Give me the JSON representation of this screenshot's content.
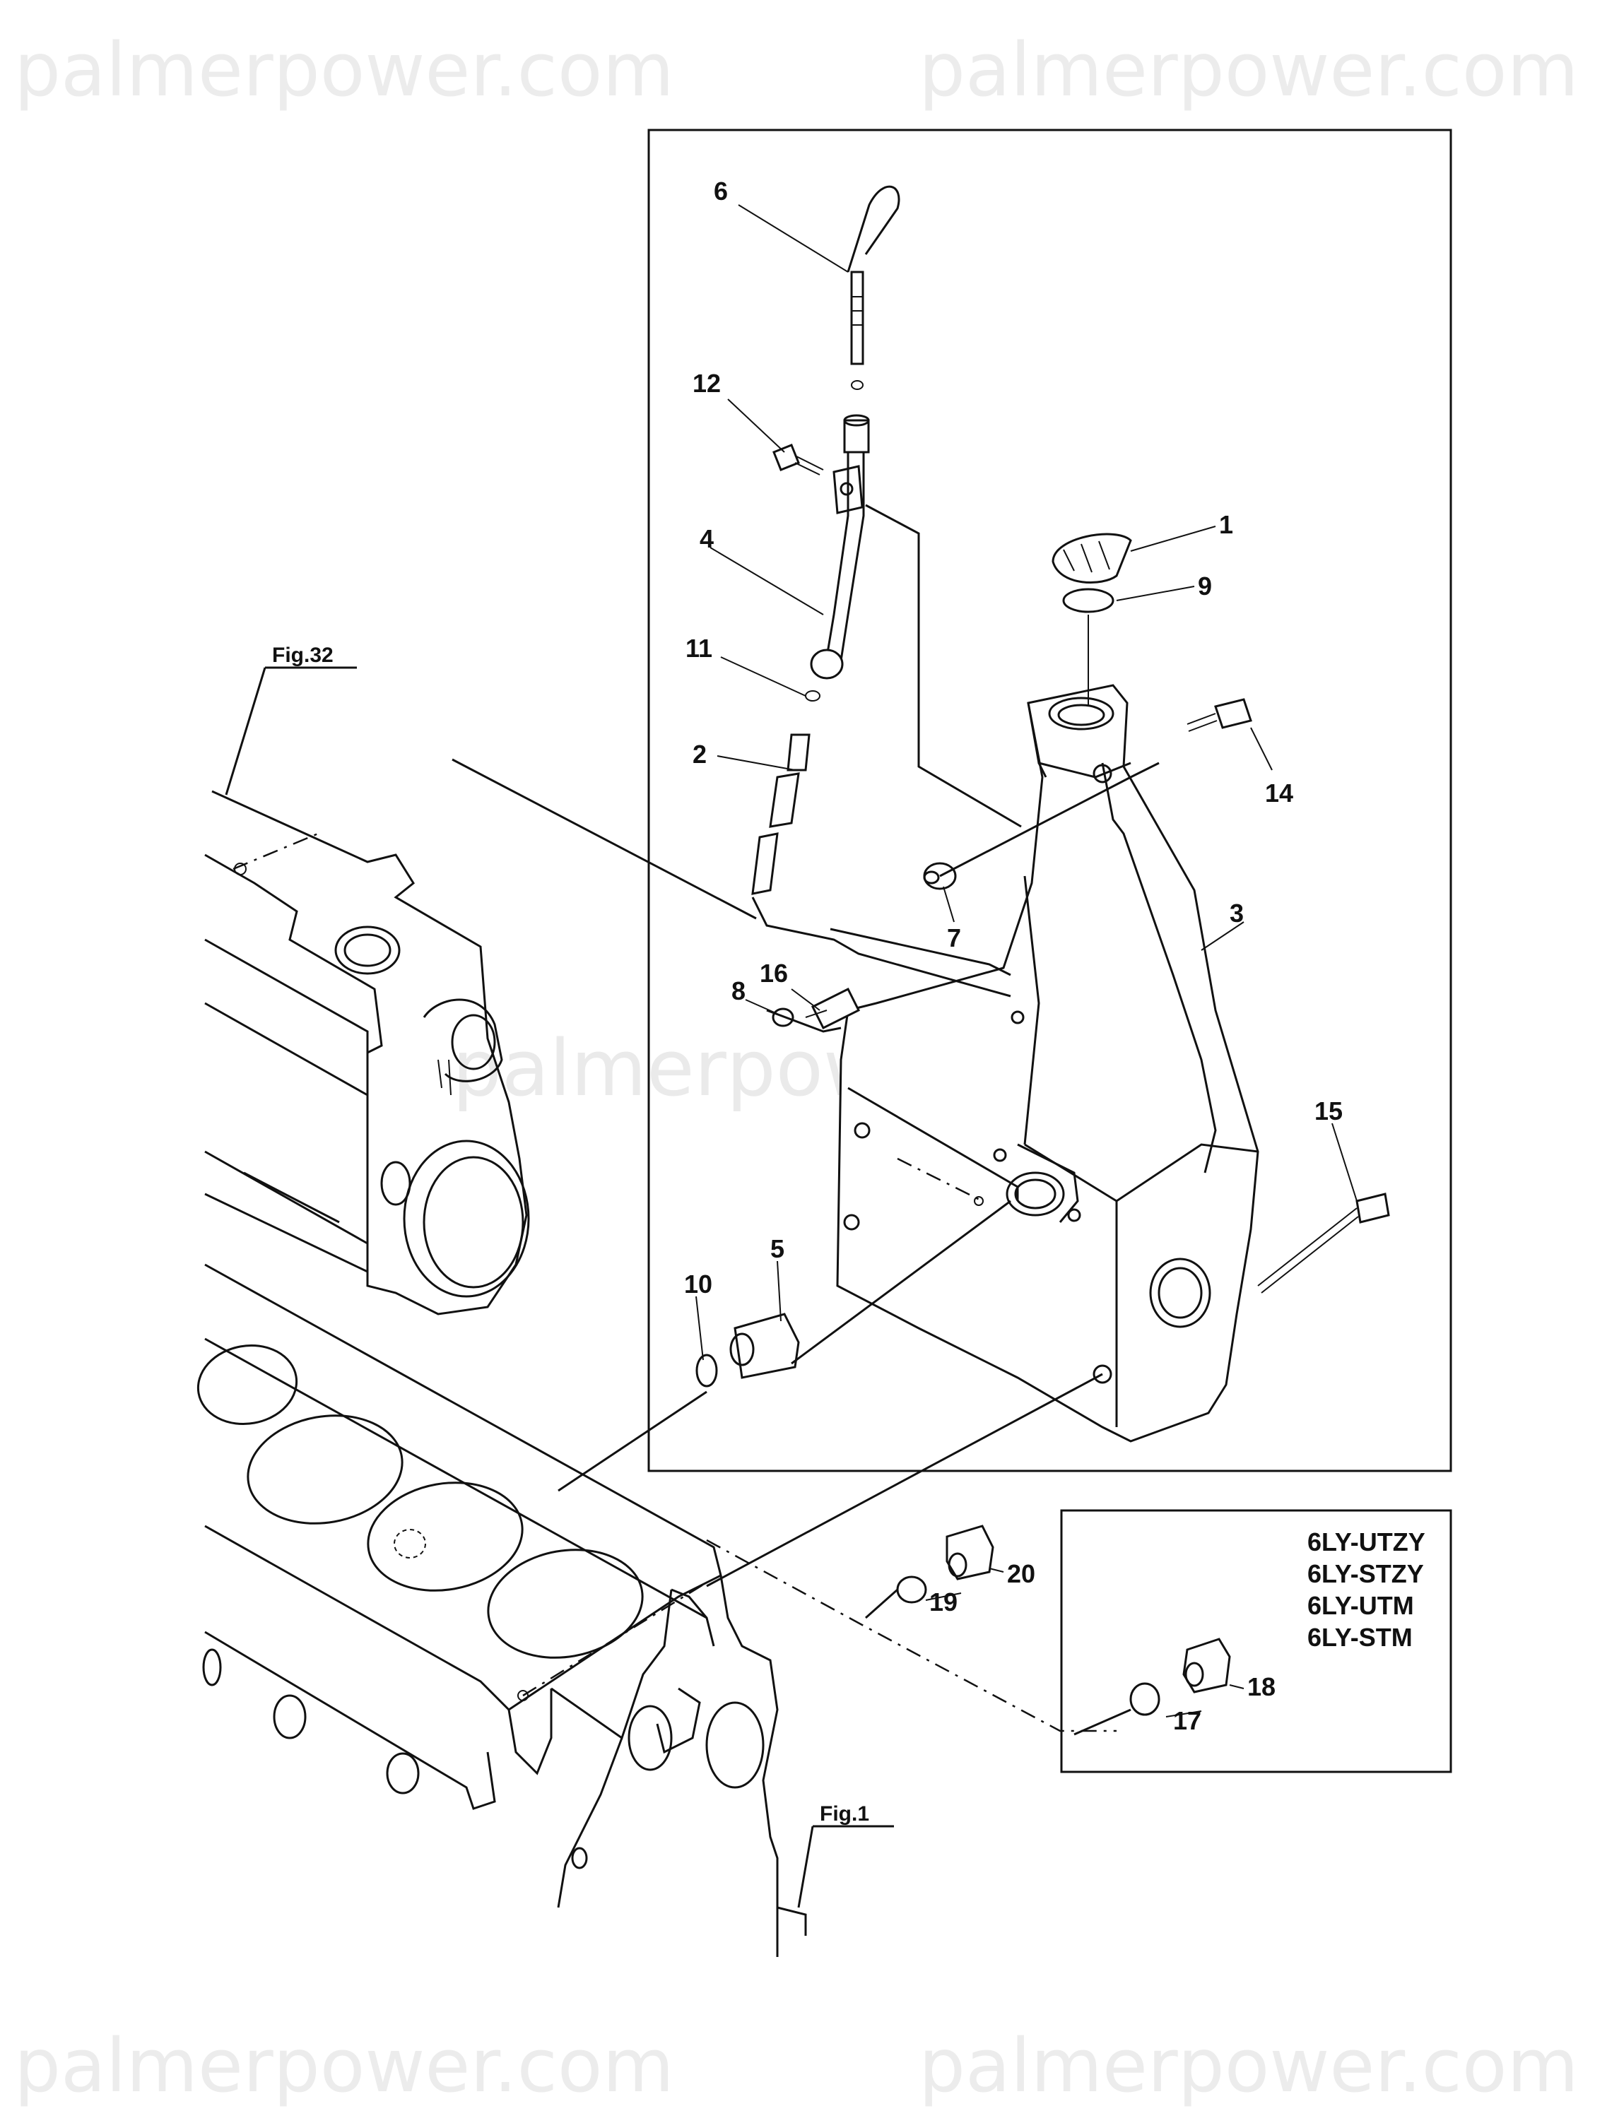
{
  "watermark": {
    "top_left": "palmerpower.com",
    "top_right": "palmerpower.com",
    "center": "palmerpower.com",
    "bottom_left": "palmerpower.com",
    "bottom_right": "palmerpower.com"
  },
  "figure_refs": {
    "upper": "Fig.32",
    "lower": "Fig.1"
  },
  "callouts": {
    "c1": "1",
    "c2": "2",
    "c3": "3",
    "c4": "4",
    "c5": "5",
    "c6": "6",
    "c7": "7",
    "c8": "8",
    "c9": "9",
    "c10": "10",
    "c11": "11",
    "c12": "12",
    "c14": "14",
    "c15": "15",
    "c16": "16",
    "c17": "17",
    "c18": "18",
    "c19": "19",
    "c20": "20"
  },
  "model_variants": [
    "6LY-UTZY",
    "6LY-STZY",
    "6LY-UTM",
    "6LY-STM"
  ]
}
